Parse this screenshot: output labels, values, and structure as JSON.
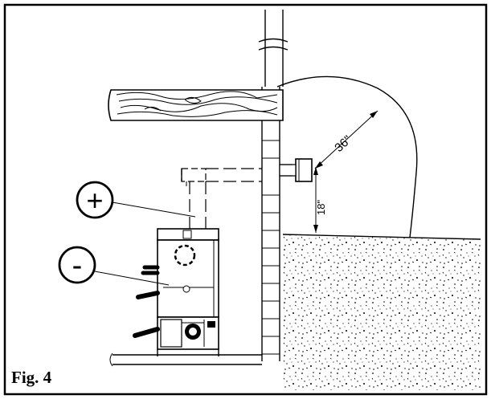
{
  "figure": {
    "caption": "Fig. 4",
    "label_plus": "+",
    "label_minus": "-",
    "dim_diagonal": "36\"",
    "dim_vertical": "18\""
  }
}
